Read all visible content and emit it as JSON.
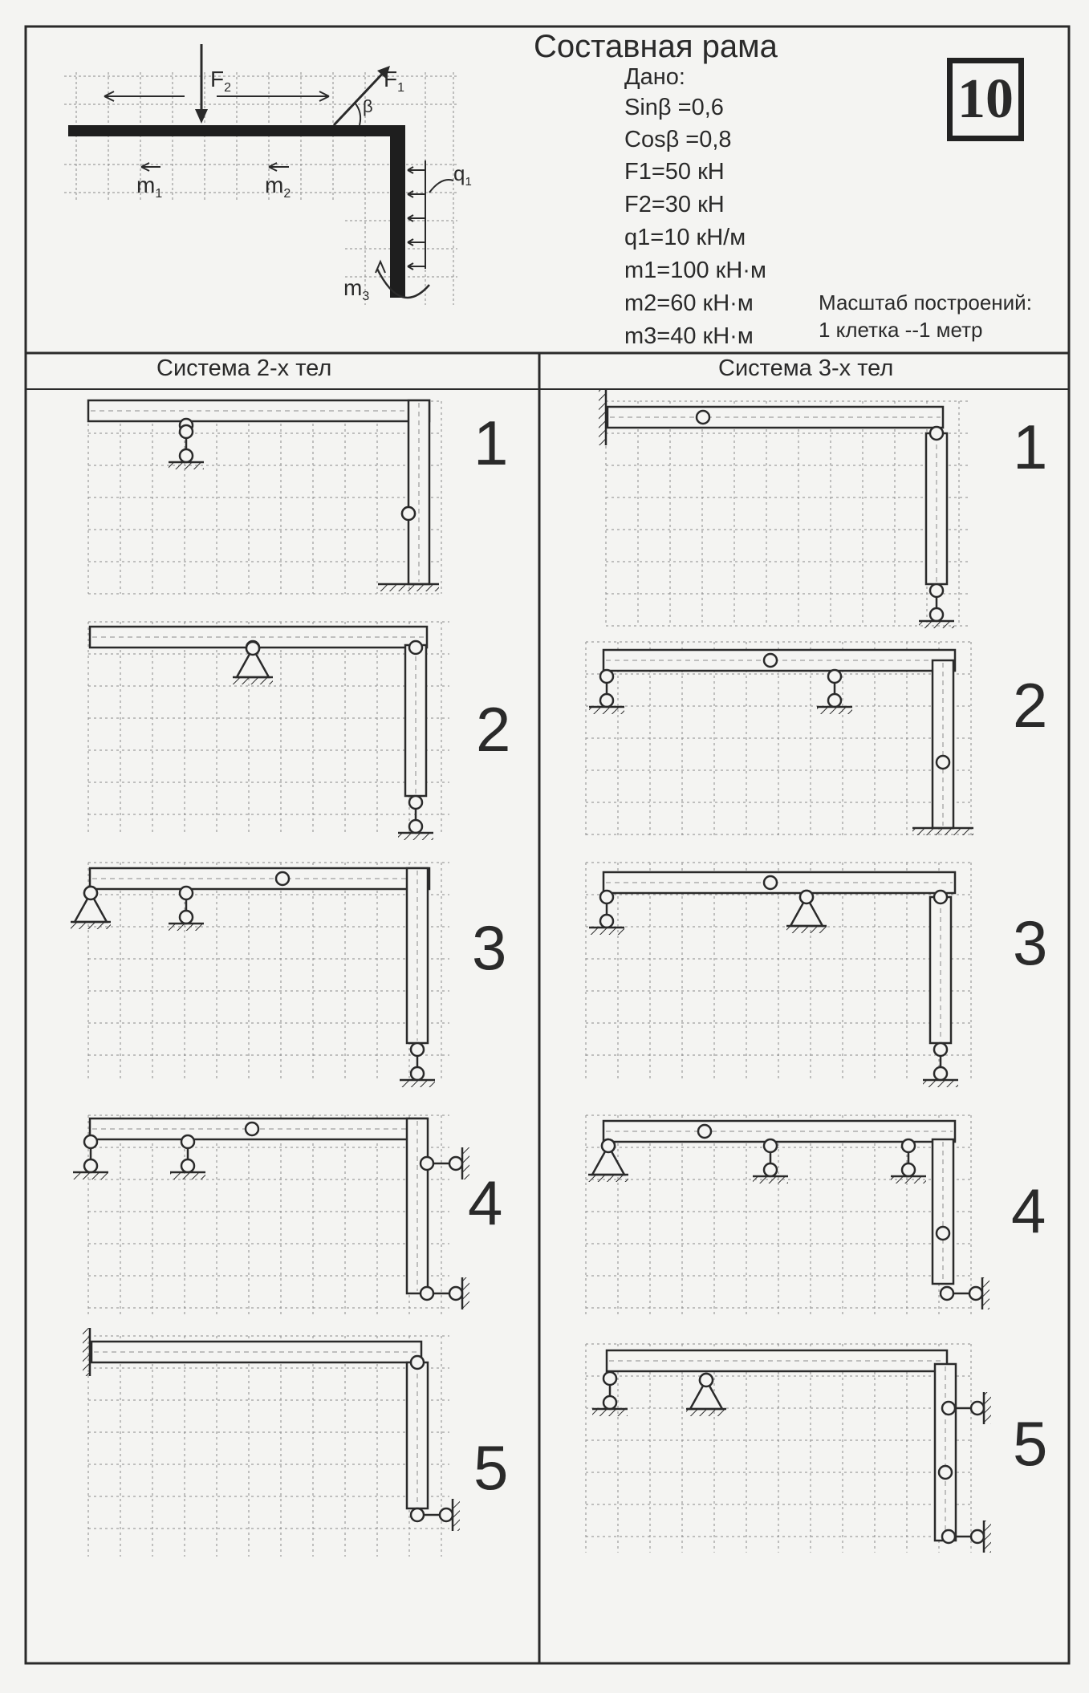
{
  "title": "Составная рама",
  "badge": "10",
  "given": {
    "label": "Дано:",
    "lines": [
      "Sinβ =0,6",
      "Cosβ =0,8",
      "F1=50 кН",
      "F2=30 кН",
      "q1=10 кН/м",
      "m1=100 кН·м",
      "m2=60 кН·м",
      "m3=40 кН·м"
    ]
  },
  "scale_note": {
    "line1": "Масштаб построений:",
    "line2": "1 клетка --1 метр"
  },
  "main_figure": {
    "labels": {
      "F2": "F",
      "F1": "F",
      "beta": "β",
      "m1": "m",
      "m2": "m",
      "m3": "m",
      "q": "q"
    },
    "subscripts": {
      "F2": "2",
      "F1": "1",
      "m1": "1",
      "m2": "2",
      "m3": "3",
      "q": "1"
    }
  },
  "columns": {
    "left": {
      "header": "Система 2-х тел",
      "variants": [
        "1",
        "2",
        "3",
        "4",
        "5"
      ]
    },
    "right": {
      "header": "Система 3-х тел",
      "variants": [
        "1",
        "2",
        "3",
        "4",
        "5"
      ]
    }
  },
  "colors": {
    "ink": "#2a2a2a",
    "paper": "#f4f4f2",
    "grid": "#8a8a8a"
  }
}
